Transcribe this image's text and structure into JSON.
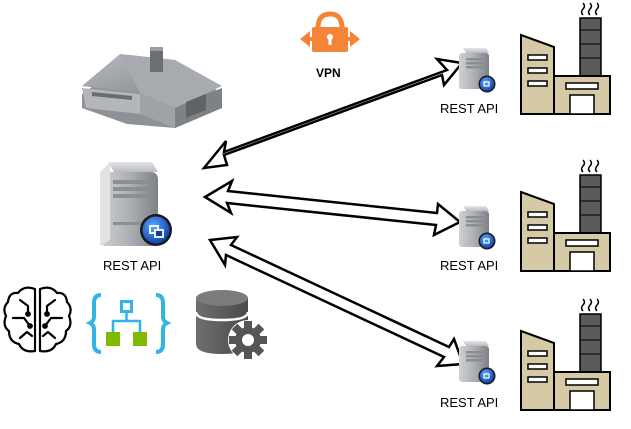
{
  "central": {
    "label": "REST API"
  },
  "vpn": {
    "label": "VPN"
  },
  "factories": [
    {
      "label": "REST API"
    },
    {
      "label": "REST API"
    },
    {
      "label": "REST API"
    }
  ],
  "colors": {
    "vpn_lock": "#f58536",
    "server_body": "#a3a6ab",
    "factory_wall": "#d6c9a6",
    "chimney": "#5a5a5a",
    "tools_blue": "#31b5e8",
    "tools_green": "#7fba00",
    "database": "#5a5a5a"
  },
  "icons": [
    "house-icon",
    "server-icon",
    "vpn-lock-icon",
    "factory-icon",
    "brain-icon",
    "logic-app-icon",
    "database-gear-icon"
  ]
}
